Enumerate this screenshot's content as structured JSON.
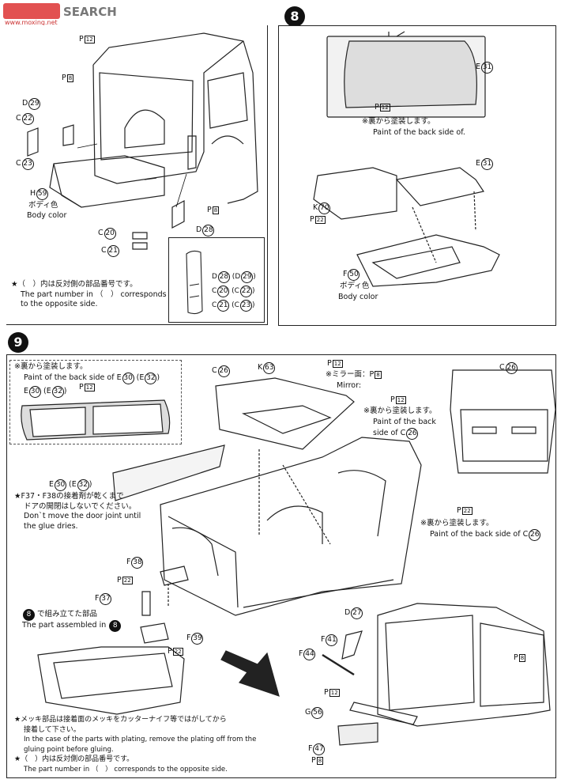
{
  "watermark": {
    "logo_text": "SEARCH",
    "site": "www.moxing.net"
  },
  "step7": {
    "labels": {
      "ph12": "P",
      "ph12_num": "12",
      "ph8_top": "8",
      "d29": "D",
      "d29_num": "29",
      "c22": "C",
      "c22_num": "22",
      "c23": "C",
      "c23_num": "23",
      "h59": "H",
      "h59_num": "59",
      "h59_jp": "ボディ色",
      "h59_en": "Body color",
      "ph8_right": "8",
      "d28": "D",
      "d28_num": "28",
      "c20": "C",
      "c20_num": "20",
      "c21": "C",
      "c21_num": "21"
    },
    "inset": [
      {
        "part": "D",
        "num": "28",
        "alt_part": "D",
        "alt_num": "29"
      },
      {
        "part": "C",
        "num": "20",
        "alt_part": "C",
        "alt_num": "22"
      },
      {
        "part": "C",
        "num": "21",
        "alt_part": "C",
        "alt_num": "23"
      }
    ],
    "note_jp": "★（　）内は反対側の部品番号です。",
    "note_en1": "The part number in （　） corresponds",
    "note_en2": "to the opposite side."
  },
  "step8": {
    "number": "8",
    "e31_a": "E",
    "e31_num": "31",
    "ph12": "12",
    "paint_jp": "※裏から塗装します。",
    "paint_en": "Paint of the back side of.",
    "e31_b": "E",
    "e31b_num": "31",
    "k70": "K",
    "k70_num": "70",
    "ph22": "22",
    "f50": "F",
    "f50_num": "50",
    "f50_jp": "ボディ色",
    "f50_en": "Body color"
  },
  "step9": {
    "number": "9",
    "inset_jp": "※裏から塗装します。",
    "inset_en": "Paint of the back side of",
    "inset_e30": "E",
    "inset_e30_num": "30",
    "inset_e32": "E",
    "inset_e32_num": "32",
    "inset_ph12": "12",
    "c26_top": "C",
    "c26_top_num": "26",
    "k63": "K",
    "k63_num": "63",
    "ph12_k63": "12",
    "mirror_jp": "※ミラー面：",
    "mirror_ph": "8",
    "mirror_en": "Mirror:",
    "c26_right": "C",
    "c26_right_num": "26",
    "ph12_right": "12",
    "paint_right_jp": "※裏から塗装します。",
    "paint_right_en1": "Paint of the back",
    "paint_right_en2": "side of C",
    "paint_right_num": "26",
    "e30_e32": "E",
    "e30_num": "30",
    "e32_alt": "E",
    "e32_num": "32",
    "door_note_jp1": "★F37・F38の接着剤が乾くまで",
    "door_note_jp2": "ドアの開閉はしないでください。",
    "door_note_en1": "Don`t move the door joint until",
    "door_note_en2": "the glue dries.",
    "ph22_right": "22",
    "paint_c26_jp": "※裏から塗装します。",
    "paint_c26_en": "Paint of the back side of C",
    "paint_c26_num": "26",
    "f38": "F",
    "f38_num": "38",
    "ph22_f38": "22",
    "f37": "F",
    "f37_num": "37",
    "f39": "F",
    "f39_num": "39",
    "ph22_f39": "22",
    "assembled_jp": "で組み立てた部品",
    "assembled_en": "The part assembled in",
    "assembled_step": "8",
    "d27": "D",
    "d27_num": "27",
    "f41": "F",
    "f41_num": "41",
    "f44": "F",
    "f44_num": "44",
    "ph12_f44": "12",
    "ph8_body": "8",
    "g56": "G",
    "g56_num": "56",
    "f47": "F",
    "f47_num": "47",
    "ph8_f47": "8",
    "plating_jp1": "★メッキ部品は接着面のメッキをカッターナイフ等ではがしてから",
    "plating_jp2": "接着して下さい。",
    "plating_en1": "In the case of the parts with plating, remove the plating off from the",
    "plating_en2": "gluing point before gluing.",
    "opp_jp": "★（　）内は反対側の部品番号です。",
    "opp_en": "The part number in （　） corresponds to the opposite side."
  }
}
